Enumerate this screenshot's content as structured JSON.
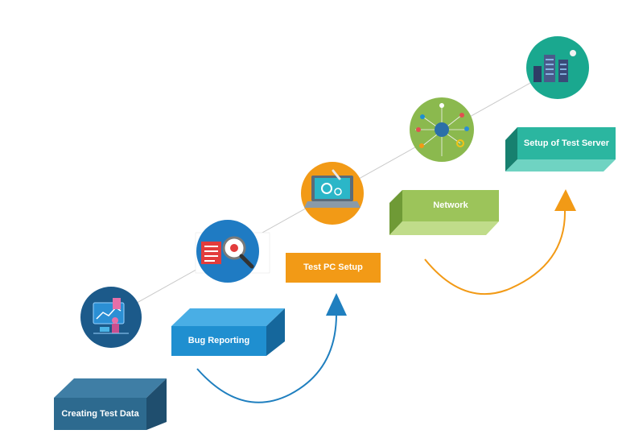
{
  "steps": [
    {
      "id": "creating-test-data",
      "label": "Creating Test Data",
      "icon": "data-analysis-icon",
      "color": "#2d6a8f"
    },
    {
      "id": "bug-reporting",
      "label": "Bug Reporting",
      "icon": "bug-search-icon",
      "color": "#1f8fd0"
    },
    {
      "id": "test-pc-setup",
      "label": "Test PC Setup",
      "icon": "laptop-gear-icon",
      "color": "#f29a16"
    },
    {
      "id": "network",
      "label": "Network",
      "icon": "network-hub-icon",
      "color": "#9cc45a"
    },
    {
      "id": "setup-of-test-server",
      "label": "Setup of Test Server",
      "icon": "server-rack-icon",
      "color": "#2bb6a0"
    }
  ],
  "colors": {
    "connector_line": "#c9c9c9",
    "arrow_blue": "#1f7fbf",
    "arrow_orange": "#f29a16"
  }
}
